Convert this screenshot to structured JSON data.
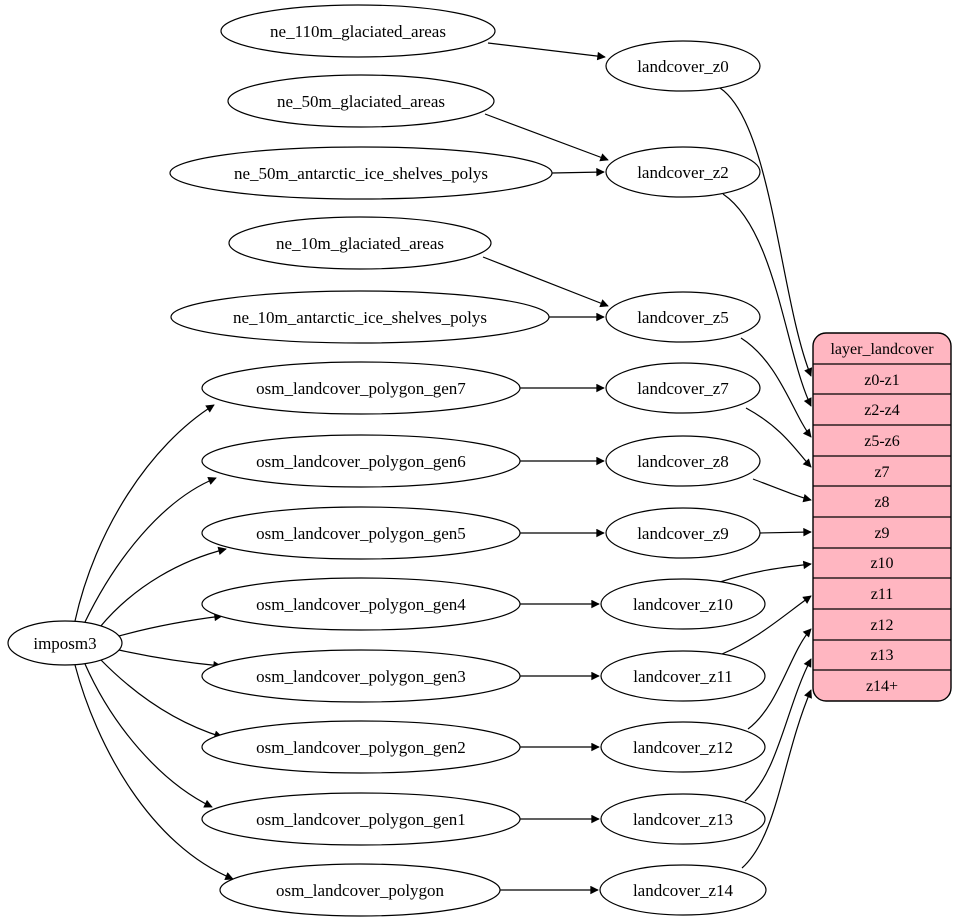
{
  "nodes": {
    "imposm3": "imposm3",
    "ne_110m_glaciated_areas": "ne_110m_glaciated_areas",
    "ne_50m_glaciated_areas": "ne_50m_glaciated_areas",
    "ne_50m_antarctic_ice_shelves_polys": "ne_50m_antarctic_ice_shelves_polys",
    "ne_10m_glaciated_areas": "ne_10m_glaciated_areas",
    "ne_10m_antarctic_ice_shelves_polys": "ne_10m_antarctic_ice_shelves_polys",
    "osm_landcover_polygon_gen7": "osm_landcover_polygon_gen7",
    "osm_landcover_polygon_gen6": "osm_landcover_polygon_gen6",
    "osm_landcover_polygon_gen5": "osm_landcover_polygon_gen5",
    "osm_landcover_polygon_gen4": "osm_landcover_polygon_gen4",
    "osm_landcover_polygon_gen3": "osm_landcover_polygon_gen3",
    "osm_landcover_polygon_gen2": "osm_landcover_polygon_gen2",
    "osm_landcover_polygon_gen1": "osm_landcover_polygon_gen1",
    "osm_landcover_polygon": "osm_landcover_polygon",
    "landcover_z0": "landcover_z0",
    "landcover_z2": "landcover_z2",
    "landcover_z5": "landcover_z5",
    "landcover_z7": "landcover_z7",
    "landcover_z8": "landcover_z8",
    "landcover_z9": "landcover_z9",
    "landcover_z10": "landcover_z10",
    "landcover_z11": "landcover_z11",
    "landcover_z12": "landcover_z12",
    "landcover_z13": "landcover_z13",
    "landcover_z14": "landcover_z14"
  },
  "table": {
    "title": "layer_landcover",
    "rows": [
      "z0-z1",
      "z2-z4",
      "z5-z6",
      "z7",
      "z8",
      "z9",
      "z10",
      "z11",
      "z12",
      "z13",
      "z14+"
    ]
  },
  "edges": [
    [
      "ne_110m_glaciated_areas",
      "landcover_z0"
    ],
    [
      "ne_50m_glaciated_areas",
      "landcover_z2"
    ],
    [
      "ne_50m_antarctic_ice_shelves_polys",
      "landcover_z2"
    ],
    [
      "ne_10m_glaciated_areas",
      "landcover_z5"
    ],
    [
      "ne_10m_antarctic_ice_shelves_polys",
      "landcover_z5"
    ],
    [
      "osm_landcover_polygon_gen7",
      "landcover_z7"
    ],
    [
      "osm_landcover_polygon_gen6",
      "landcover_z8"
    ],
    [
      "osm_landcover_polygon_gen5",
      "landcover_z9"
    ],
    [
      "osm_landcover_polygon_gen4",
      "landcover_z10"
    ],
    [
      "osm_landcover_polygon_gen3",
      "landcover_z11"
    ],
    [
      "osm_landcover_polygon_gen2",
      "landcover_z12"
    ],
    [
      "osm_landcover_polygon_gen1",
      "landcover_z13"
    ],
    [
      "osm_landcover_polygon",
      "landcover_z14"
    ],
    [
      "imposm3",
      "osm_landcover_polygon_gen7"
    ],
    [
      "imposm3",
      "osm_landcover_polygon_gen6"
    ],
    [
      "imposm3",
      "osm_landcover_polygon_gen5"
    ],
    [
      "imposm3",
      "osm_landcover_polygon_gen4"
    ],
    [
      "imposm3",
      "osm_landcover_polygon_gen3"
    ],
    [
      "imposm3",
      "osm_landcover_polygon_gen2"
    ],
    [
      "imposm3",
      "osm_landcover_polygon_gen1"
    ],
    [
      "imposm3",
      "osm_landcover_polygon"
    ],
    [
      "landcover_z0",
      "layer_landcover:z0-z1"
    ],
    [
      "landcover_z2",
      "layer_landcover:z2-z4"
    ],
    [
      "landcover_z5",
      "layer_landcover:z5-z6"
    ],
    [
      "landcover_z7",
      "layer_landcover:z7"
    ],
    [
      "landcover_z8",
      "layer_landcover:z8"
    ],
    [
      "landcover_z9",
      "layer_landcover:z9"
    ],
    [
      "landcover_z10",
      "layer_landcover:z10"
    ],
    [
      "landcover_z11",
      "layer_landcover:z11"
    ],
    [
      "landcover_z12",
      "layer_landcover:z12"
    ],
    [
      "landcover_z13",
      "layer_landcover:z13"
    ],
    [
      "landcover_z14",
      "layer_landcover:z14+"
    ]
  ],
  "colors": {
    "background": "#ffffff",
    "node_fill": "#ffffff",
    "node_stroke": "#000000",
    "table_fill": "#ffb6c1",
    "edge_stroke": "#000000"
  }
}
